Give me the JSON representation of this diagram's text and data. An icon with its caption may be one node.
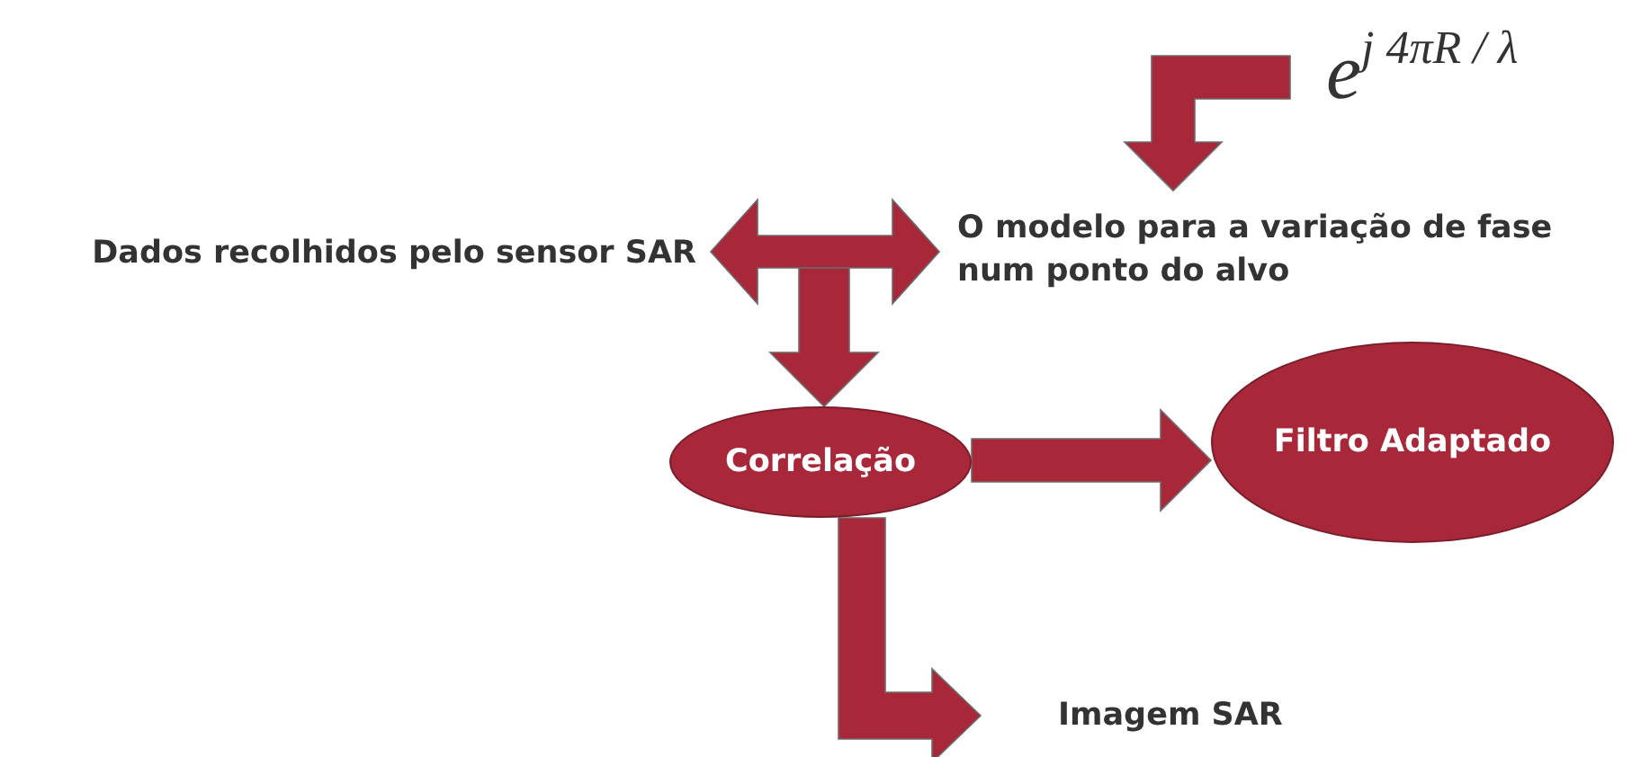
{
  "diagram": {
    "nodes": [
      {
        "text": [
          "e$^{j 4πR / λ}$"
        ]
      },
      {
        "text": [
          "Dados recolhidos pelo sensor SAR"
        ]
      },
      {
        "text": [
          "O modelo para a variação de fase num ponto do alvo"
        ]
      },
      {
        "text": [
          "Correlação"
        ]
      },
      {
        "text": [
          "Filtro Adaptado"
        ]
      },
      {
        "text": [
          "Imagem SAR"
        ]
      }
    ],
    "edges": [
      {
        "from": 0,
        "to": 2,
        "arrow": "to"
      },
      {
        "from": 1,
        "to": 2,
        "arrow": "both"
      },
      {
        "from": null,
        "to": 3,
        "arrow": "to"
      },
      {
        "from": 3,
        "to": 4,
        "arrow": "to"
      },
      {
        "from": 3,
        "to": 5,
        "arrow": "to"
      }
    ]
  }
}
